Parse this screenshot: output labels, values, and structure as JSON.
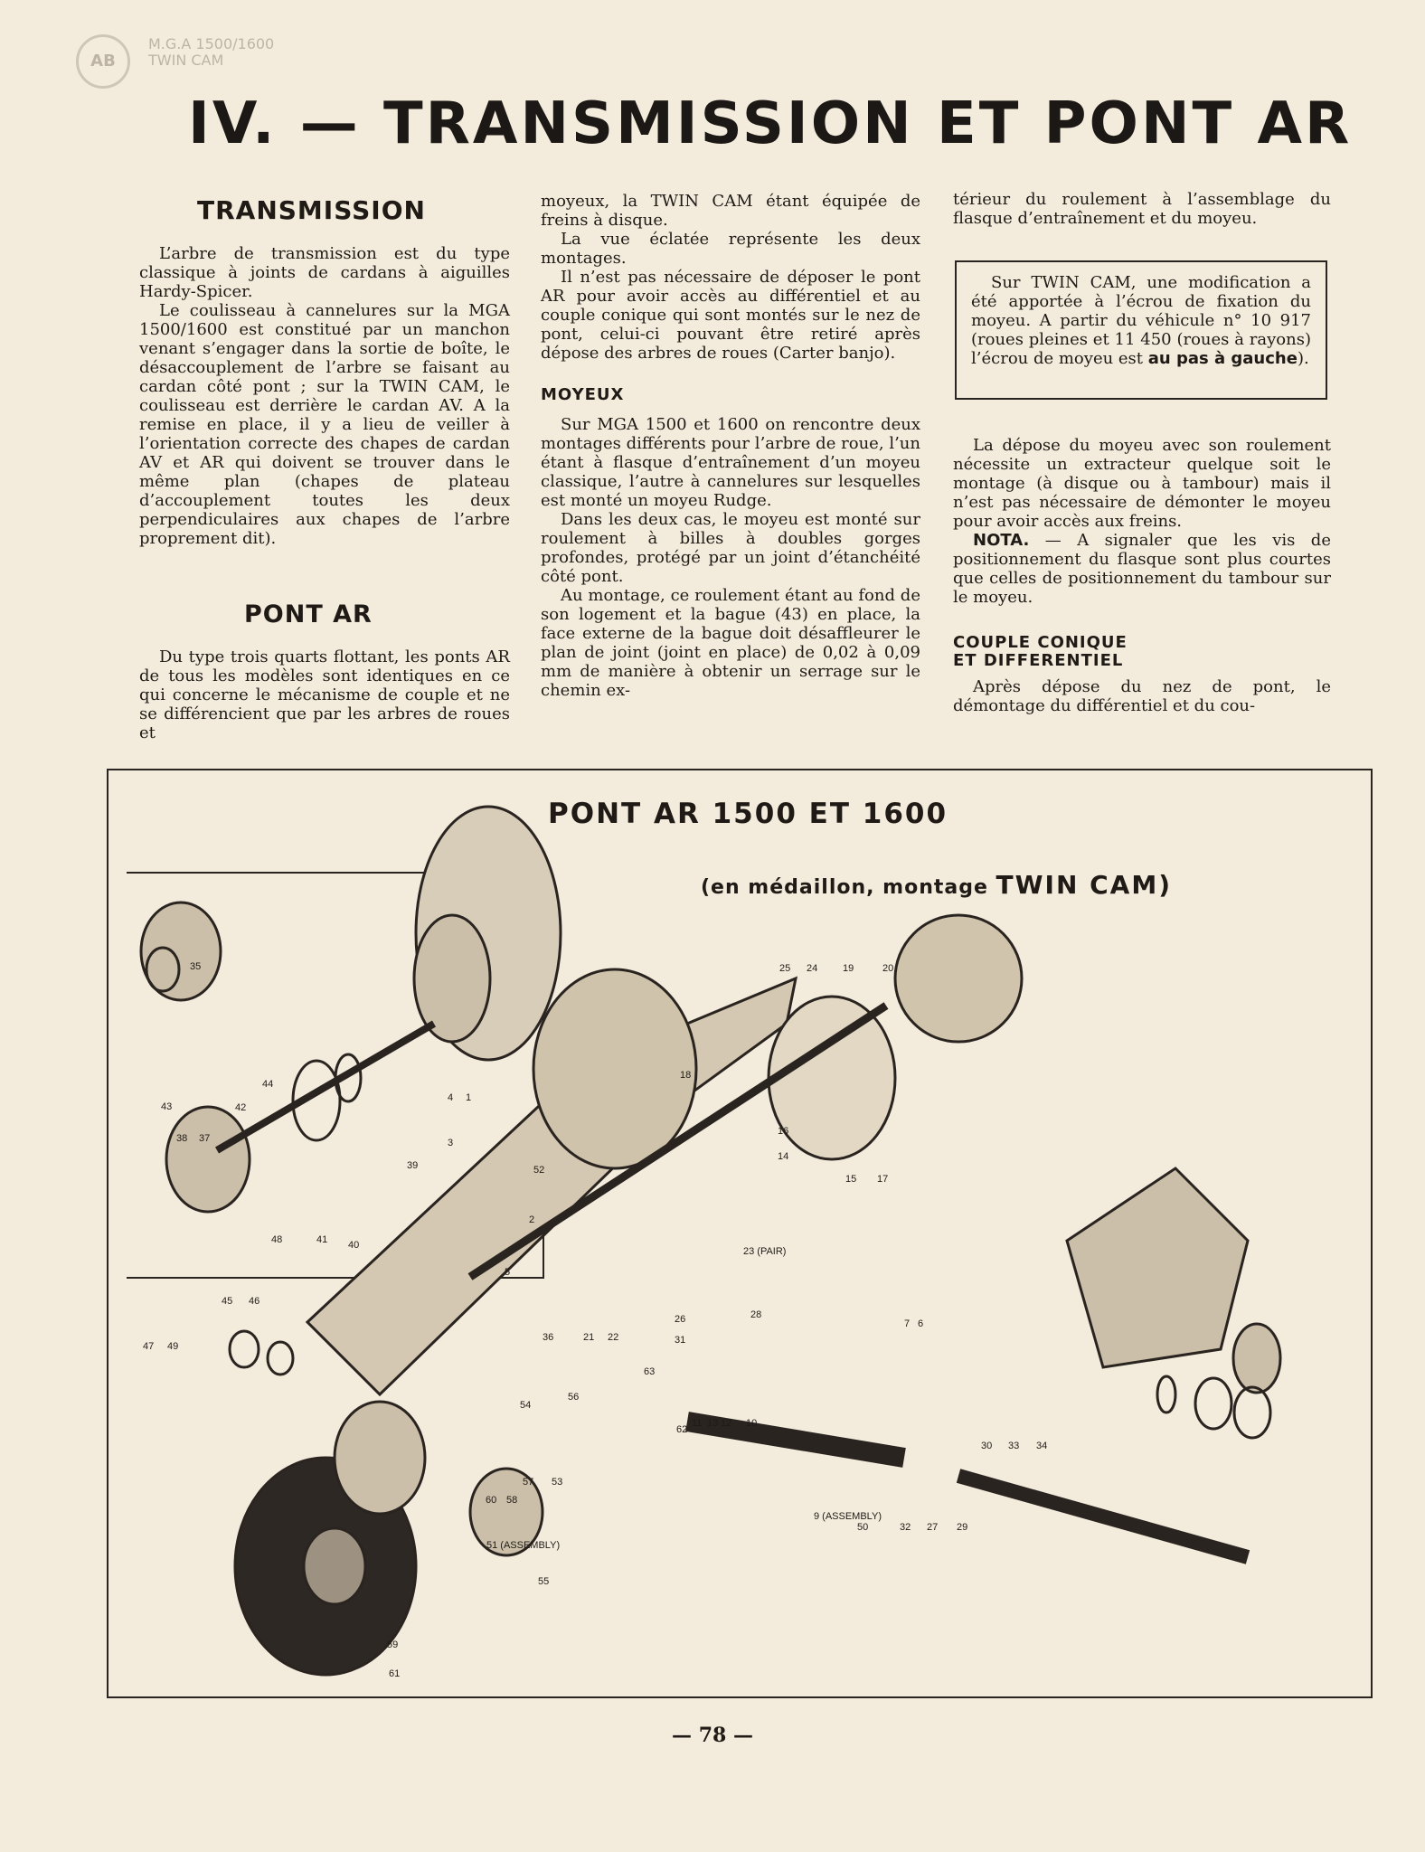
{
  "stamp": {
    "logo": "AB",
    "line1": "M.G.A 1500/1600",
    "line2": "TWIN CAM"
  },
  "title": "IV. — TRANSMISSION ET PONT AR",
  "sections": {
    "transmission": {
      "heading": "TRANSMISSION",
      "paragraphs": [
        "L’arbre de transmission est du type classique à joints de cardans à aiguilles Hardy-Spicer.",
        "Le coulisseau à cannelures sur la MGA 1500/1600 est constitué par un manchon venant s’engager dans la sortie de boîte, le désaccouplement de l’arbre se faisant au cardan côté pont ; sur la TWIN CAM, le coulisseau est derrière le cardan AV. A la remise en place, il y a lieu de veiller à l’orientation correcte des chapes de cardan AV et AR qui doivent se trouver dans le même plan (chapes de plateau d’accouplement toutes les deux perpendiculaires aux chapes de l’arbre proprement dit)."
      ]
    },
    "pont_ar": {
      "heading": "PONT AR",
      "paragraphs": [
        "Du type trois quarts flottant, les ponts AR de tous les modèles sont identiques en ce qui concerne le mécanisme de couple et ne se différencient que par les arbres de roues et"
      ]
    },
    "col2_paragraphs": [
      "moyeux, la TWIN CAM étant équipée de freins à disque.",
      "La vue éclatée représente les deux montages.",
      "Il n’est pas nécessaire de déposer le pont AR pour avoir accès au différentiel et au couple conique qui sont montés sur le nez de pont, celui-ci pouvant être retiré après dépose des arbres de roues (Carter banjo)."
    ],
    "moyeux": {
      "heading": "MOYEUX",
      "paragraphs": [
        "Sur MGA 1500 et 1600 on rencontre deux montages différents pour l’arbre de roue, l’un étant à flasque d’entraînement d’un moyeu classique, l’autre à cannelures sur lesquelles est monté un moyeu Rudge.",
        "Dans les deux cas, le moyeu est monté sur roulement à billes à doubles gorges profondes, protégé par un joint d’étanchéité côté pont.",
        "Au montage, ce roulement étant au fond de son logement et la bague (43) en place, la face externe de la bague doit désaffleurer le plan de joint (joint en place) de 0,02 à 0,09 mm de manière à obtenir un serrage sur le chemin ex-"
      ]
    },
    "col3_intro": "térieur du roulement à l’assemblage du flasque d’entraînement et du moyeu.",
    "note_box": {
      "text_a": "Sur TWIN CAM, une modification a été apportée à l’écrou de fixation du moyeu. A partir du véhicule n° 10 917 (roues pleines et 11 450 (roues à rayons) l’écrou de moyeu est ",
      "text_b": "au pas à gauche",
      "text_c": ")."
    },
    "col3_paragraphs": [
      "La dépose du moyeu avec son roulement nécessite un extracteur quelque soit le montage (à disque ou à tambour) mais il n’est pas nécessaire de démonter le moyeu pour avoir accès aux freins."
    ],
    "nota": {
      "label": "NOTA.",
      "text": " — A signaler que les vis de positionnement du flasque sont plus courtes que celles de positionnement du tambour sur le moyeu."
    },
    "couple": {
      "heading_line1": "COUPLE CONIQUE",
      "heading_line2": "ET DIFFERENTIEL",
      "paragraphs": [
        "Après dépose du nez de pont, le démontage du différentiel et du cou-"
      ]
    }
  },
  "figure": {
    "title": "PONT AR 1500 ET 1600",
    "subtitle_a": "(en médaillon, montage ",
    "subtitle_b": "TWIN CAM",
    "subtitle_c": ")",
    "labels": [
      "35",
      "44",
      "43",
      "42",
      "38",
      "37",
      "39",
      "52",
      "48",
      "41",
      "40",
      "45",
      "46",
      "47",
      "49",
      "4",
      "3",
      "1",
      "2",
      "18",
      "14",
      "16",
      "25",
      "24",
      "19",
      "20",
      "15",
      "17",
      "23 (PAIR)",
      "28",
      "36",
      "21",
      "22",
      "26",
      "31",
      "63",
      "5",
      "7",
      "6",
      "11",
      "13",
      "12",
      "10",
      "62",
      "56",
      "54",
      "53",
      "57",
      "58",
      "60",
      "51 (ASSEMBLY)",
      "55",
      "59",
      "61",
      "9 (ASSEMBLY)",
      "30",
      "33",
      "34",
      "32",
      "27",
      "29",
      "50"
    ]
  },
  "page_number": "— 78 —"
}
